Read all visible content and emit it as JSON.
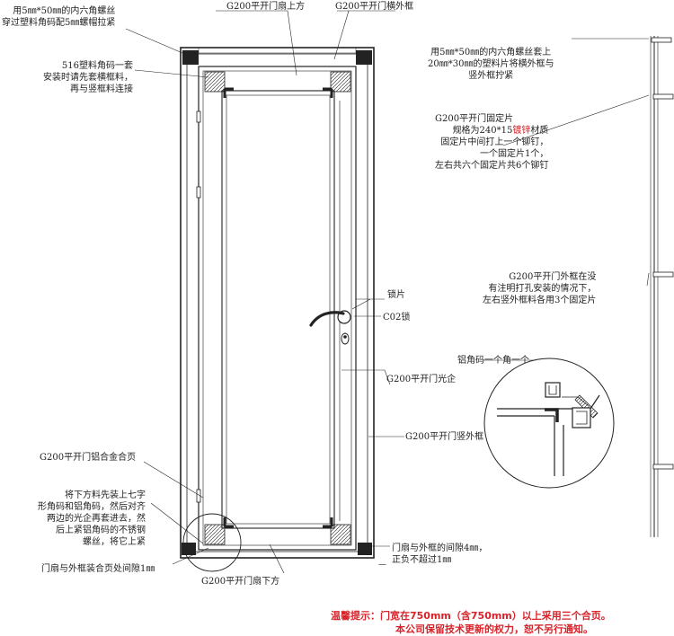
{
  "labels": {
    "top_sash": "G200平开门扇上方",
    "top_frame": "G200平开门横外框",
    "hex_bolt_note": [
      "用5㎜*50㎜的内六角螺丝",
      "穿过塑料角码配5㎜螺帽拉紧"
    ],
    "plastic_corner": [
      "516塑料角码一套",
      "安装时请先套横框料，",
      "再与竖框料连接"
    ],
    "right_bolt_note": [
      "用5㎜*50㎜的内六角螺丝套上",
      "20㎜*30㎜的塑料片将横外框与",
      "竖外框拧紧"
    ],
    "fixing_plate_pre": [
      "G200平开门固定片",
      "规格为240*15"
    ],
    "fixing_plate_hl": "镀锌",
    "fixing_plate_post": "材质",
    "fixing_plate_rest": [
      "固定片中间打上一个铆钉，",
      "一个固定片1个，",
      "左右共六个固定片共6个铆钉"
    ],
    "outer_frame_note": [
      "G200平开门外框在没",
      "有注明打孔安装的情况下，",
      "左右竖外框料各用3个固定片"
    ],
    "lock_plate": "锁片",
    "lock": "C02锁",
    "aluminum_corner": "铝角码一个角一个",
    "glass_bead": "G200平开门光企",
    "vertical_frame": "G200平开门竖外框",
    "hinge": "G200平开门铝合金合页",
    "bottom_assembly": [
      "将下方料先装上七字",
      "形角码和铝角码，然后对齐",
      "两边的光企再套进去，然",
      "后上紧铝角码的不锈钢",
      "螺丝，将它上紧"
    ],
    "hinge_gap": "门扇与外框装合页处间隙1㎜",
    "sash_gap": [
      "门扇与外框的间隙4㎜，",
      "正负不超过1㎜"
    ],
    "bottom_sash": "G200平开门扇下方"
  },
  "notice": {
    "line1": "温馨提示：门宽在750mm（含750mm）以上采用三个合页。",
    "line2": "本公司保留技术更新的权力，恕不另行通知。"
  }
}
